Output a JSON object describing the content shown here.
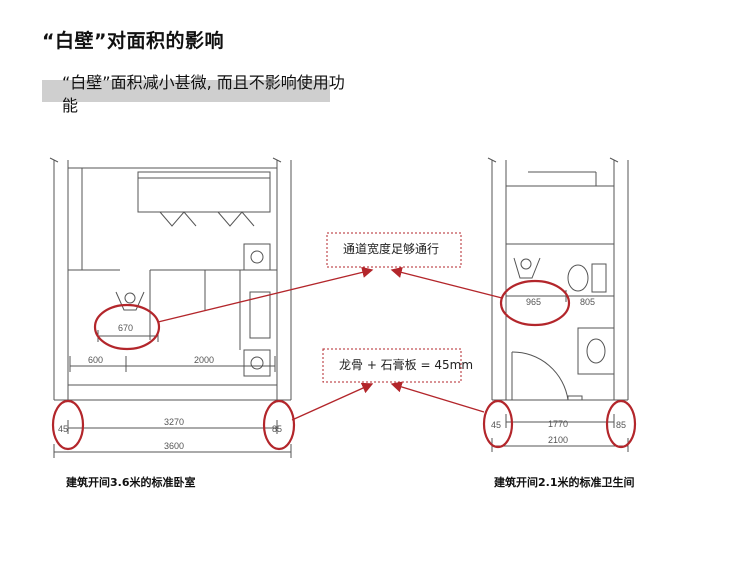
{
  "title": "“白壁”对面积的影响",
  "subtitle": "“白壁”面积减小甚微, 而且不影响使用功能",
  "callouts": {
    "passage": "通道宽度足够通行",
    "wall": "龙骨 + 石膏板 = 45mm"
  },
  "bedroom": {
    "caption": "建筑开间3.6米的标准卧室",
    "dims": {
      "d670": "670",
      "d600": "600",
      "d2000": "2000",
      "d3270": "3270",
      "d3600": "3600",
      "w45": "45",
      "w85": "85"
    }
  },
  "bathroom": {
    "caption": "建筑开间2.1米的标准卫生间",
    "dims": {
      "d965": "965",
      "d805": "805",
      "d1770": "1770",
      "d2100": "2100",
      "w45": "45",
      "w85": "85"
    }
  },
  "colors": {
    "highlight": "#b3262b",
    "line": "#555555",
    "bar": "#cfcfcf"
  }
}
